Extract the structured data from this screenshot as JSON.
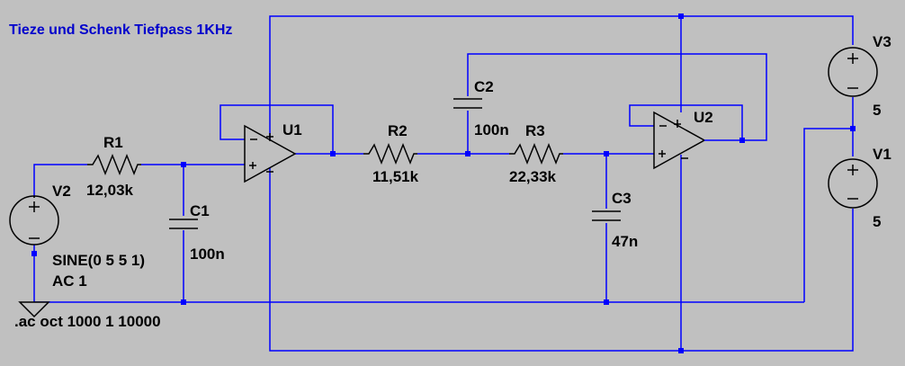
{
  "title": "Tieze und Schenk Tiefpass 1KHz",
  "components": {
    "r1": {
      "name": "R1",
      "value": "12,03k"
    },
    "r2": {
      "name": "R2",
      "value": "11,51k"
    },
    "r3": {
      "name": "R3",
      "value": "22,33k"
    },
    "c1": {
      "name": "C1",
      "value": "100n"
    },
    "c2": {
      "name": "C2",
      "value": "100n"
    },
    "c3": {
      "name": "C3",
      "value": "47n"
    },
    "u1": {
      "name": "U1"
    },
    "u2": {
      "name": "U2"
    },
    "v1": {
      "name": "V1",
      "value": "5"
    },
    "v2": {
      "name": "V2",
      "source": "SINE(0 5 5 1)",
      "ac": "AC 1"
    },
    "v3": {
      "name": "V3",
      "value": "5"
    }
  },
  "directive": ".ac oct 1000 1 10000",
  "colors": {
    "background": "#c0c0c0",
    "wire": "#0000ff",
    "component": "#000000",
    "title": "#0000cc"
  }
}
